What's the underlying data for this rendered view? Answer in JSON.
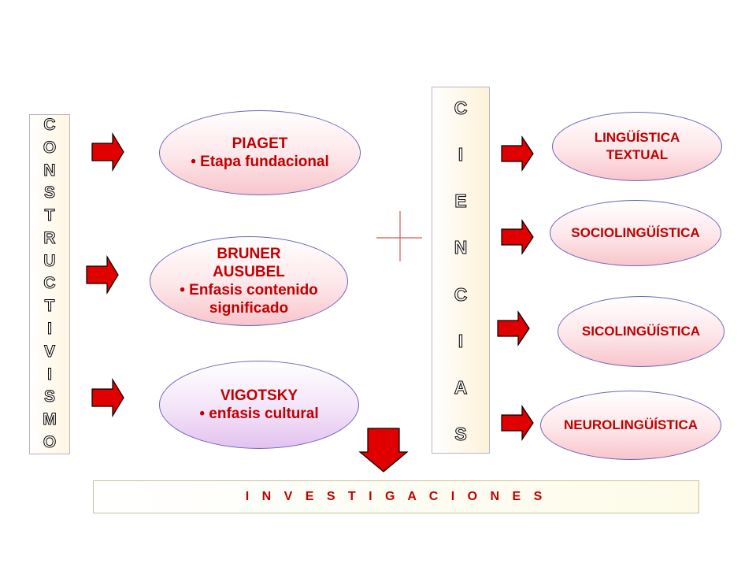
{
  "left_column": {
    "letters": [
      "C",
      "O",
      "N",
      "S",
      "T",
      "R",
      "U",
      "C",
      "T",
      "I",
      "V",
      "I",
      "S",
      "M",
      "O"
    ]
  },
  "middle_column": {
    "letters": [
      "C",
      "I",
      "E",
      "N",
      "C",
      "I",
      "A",
      "S"
    ]
  },
  "theorists": [
    {
      "title": "PIAGET",
      "bullet": "Etapa fundacional"
    },
    {
      "title_lines": [
        "BRUNER",
        "AUSUBEL"
      ],
      "bullet": "Enfasis contenido",
      "bullet_cont": "significado"
    },
    {
      "title": "VIGOTSKY",
      "bullet": "enfasis cultural"
    }
  ],
  "sciences": [
    {
      "lines": [
        "LINGÜÍSTICA",
        "TEXTUAL"
      ]
    },
    {
      "lines": [
        "SOCIOLINGÜÍSTICA"
      ]
    },
    {
      "lines": [
        "SICOLINGÜÍSTICA"
      ]
    },
    {
      "lines": [
        "NEUROLINGÜÍSTICA"
      ]
    }
  ],
  "bottom_bar": {
    "label": "I N V E S T I G A C I O N E S"
  },
  "colors": {
    "arrow_red": "#e00000",
    "text_red": "#c00000",
    "ellipse_border": "#6a67b8"
  }
}
